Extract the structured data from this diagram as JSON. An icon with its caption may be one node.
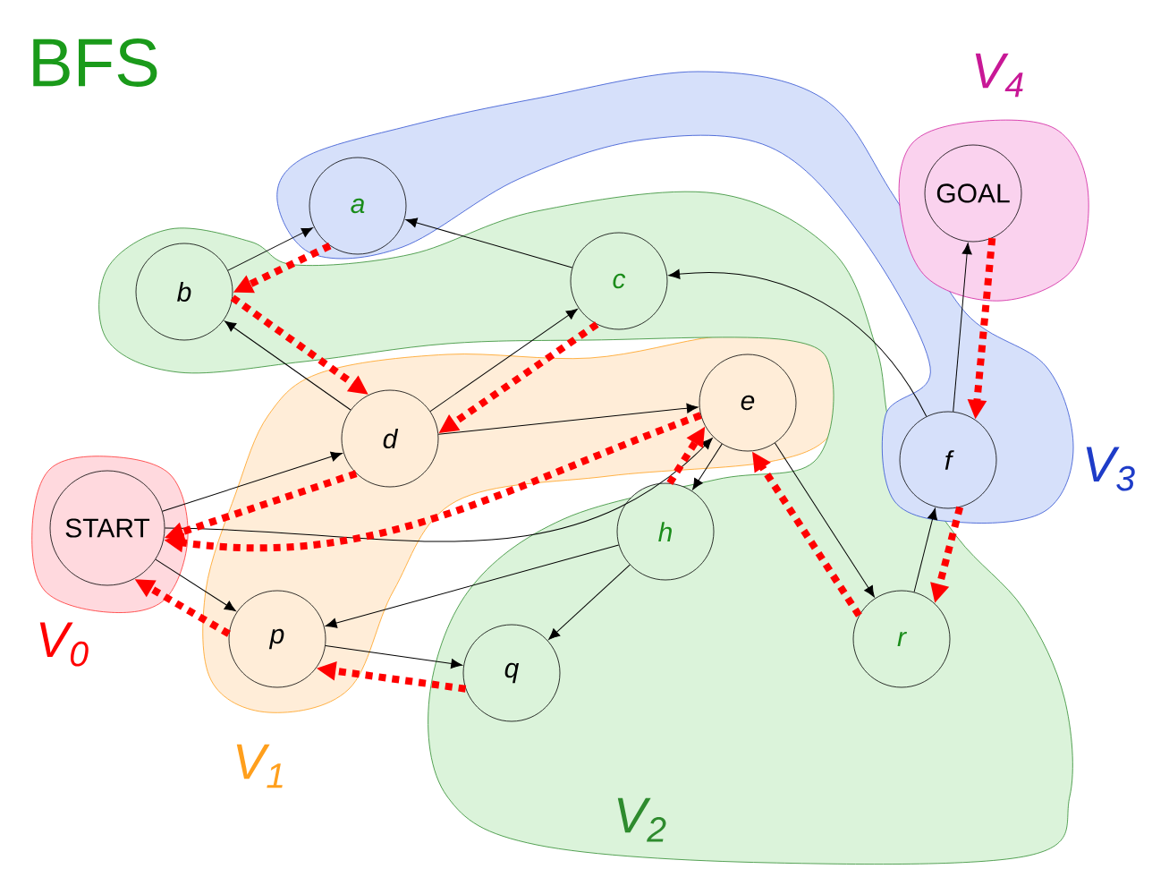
{
  "diagram": {
    "title": "BFS",
    "nodes": [
      {
        "text": [
          "V$_{0}$"
        ]
      },
      {
        "text": [
          "V$_{1}$"
        ]
      },
      {
        "text": [
          "V$_{2}$"
        ]
      },
      {
        "text": [
          "V$_{3}$"
        ]
      },
      {
        "text": [
          "V$_{4}$"
        ]
      },
      {
        "text": [
          "START"
        ],
        "in": 0
      },
      {
        "text": [
          "a"
        ],
        "in": 3
      },
      {
        "text": [
          "b"
        ],
        "in": 2
      },
      {
        "text": [
          "c"
        ],
        "in": 2
      },
      {
        "text": [
          "d"
        ],
        "in": 1
      },
      {
        "text": [
          "e"
        ],
        "in": 1
      },
      {
        "text": [
          "f"
        ],
        "in": 3
      },
      {
        "text": [
          "GOAL"
        ],
        "in": 4
      },
      {
        "text": [
          "h"
        ],
        "in": 2
      },
      {
        "text": [
          "p"
        ],
        "in": 1
      },
      {
        "text": [
          "q"
        ],
        "in": 2
      },
      {
        "text": [
          "r"
        ],
        "in": 2
      }
    ],
    "edges": [
      {
        "from": 5,
        "to": 9,
        "arrow": "to"
      },
      {
        "from": 5,
        "to": 14,
        "arrow": "to"
      },
      {
        "from": 5,
        "to": 10,
        "arrow": "to"
      },
      {
        "from": 9,
        "to": 7,
        "arrow": "to"
      },
      {
        "from": 9,
        "to": 8,
        "arrow": "to"
      },
      {
        "from": 9,
        "to": 10,
        "arrow": "to"
      },
      {
        "from": 7,
        "to": 6,
        "arrow": "to"
      },
      {
        "from": 8,
        "to": 6,
        "arrow": "to"
      },
      {
        "from": 10,
        "to": 13,
        "arrow": "to"
      },
      {
        "from": 10,
        "to": 16,
        "arrow": "to"
      },
      {
        "from": 13,
        "to": 14,
        "arrow": "to"
      },
      {
        "from": 13,
        "to": 15,
        "arrow": "to"
      },
      {
        "from": 14,
        "to": 15,
        "arrow": "to"
      },
      {
        "from": 11,
        "to": 8,
        "arrow": "to"
      },
      {
        "from": 11,
        "to": 12,
        "arrow": "to"
      },
      {
        "from": 16,
        "to": 11,
        "arrow": "to"
      },
      {
        "from": 6,
        "to": 7,
        "arrow": "to",
        "style": "dashed",
        "color": "#ff0000"
      },
      {
        "from": 7,
        "to": 9,
        "arrow": "to",
        "style": "dashed",
        "color": "#ff0000"
      },
      {
        "from": 8,
        "to": 9,
        "arrow": "to",
        "style": "dashed",
        "color": "#ff0000"
      },
      {
        "from": 9,
        "to": 5,
        "arrow": "to",
        "style": "dashed",
        "color": "#ff0000"
      },
      {
        "from": 10,
        "to": 5,
        "arrow": "to",
        "style": "dashed",
        "color": "#ff0000"
      },
      {
        "from": 14,
        "to": 5,
        "arrow": "to",
        "style": "dashed",
        "color": "#ff0000"
      },
      {
        "from": 13,
        "to": 10,
        "arrow": "to",
        "style": "dashed",
        "color": "#ff0000"
      },
      {
        "from": 16,
        "to": 10,
        "arrow": "to",
        "style": "dashed",
        "color": "#ff0000"
      },
      {
        "from": 15,
        "to": 14,
        "arrow": "to",
        "style": "dashed",
        "color": "#ff0000"
      },
      {
        "from": 11,
        "to": 16,
        "arrow": "to",
        "style": "dashed",
        "color": "#ff0000"
      },
      {
        "from": 12,
        "to": 11,
        "arrow": "to",
        "style": "dashed",
        "color": "#ff0000"
      }
    ]
  }
}
